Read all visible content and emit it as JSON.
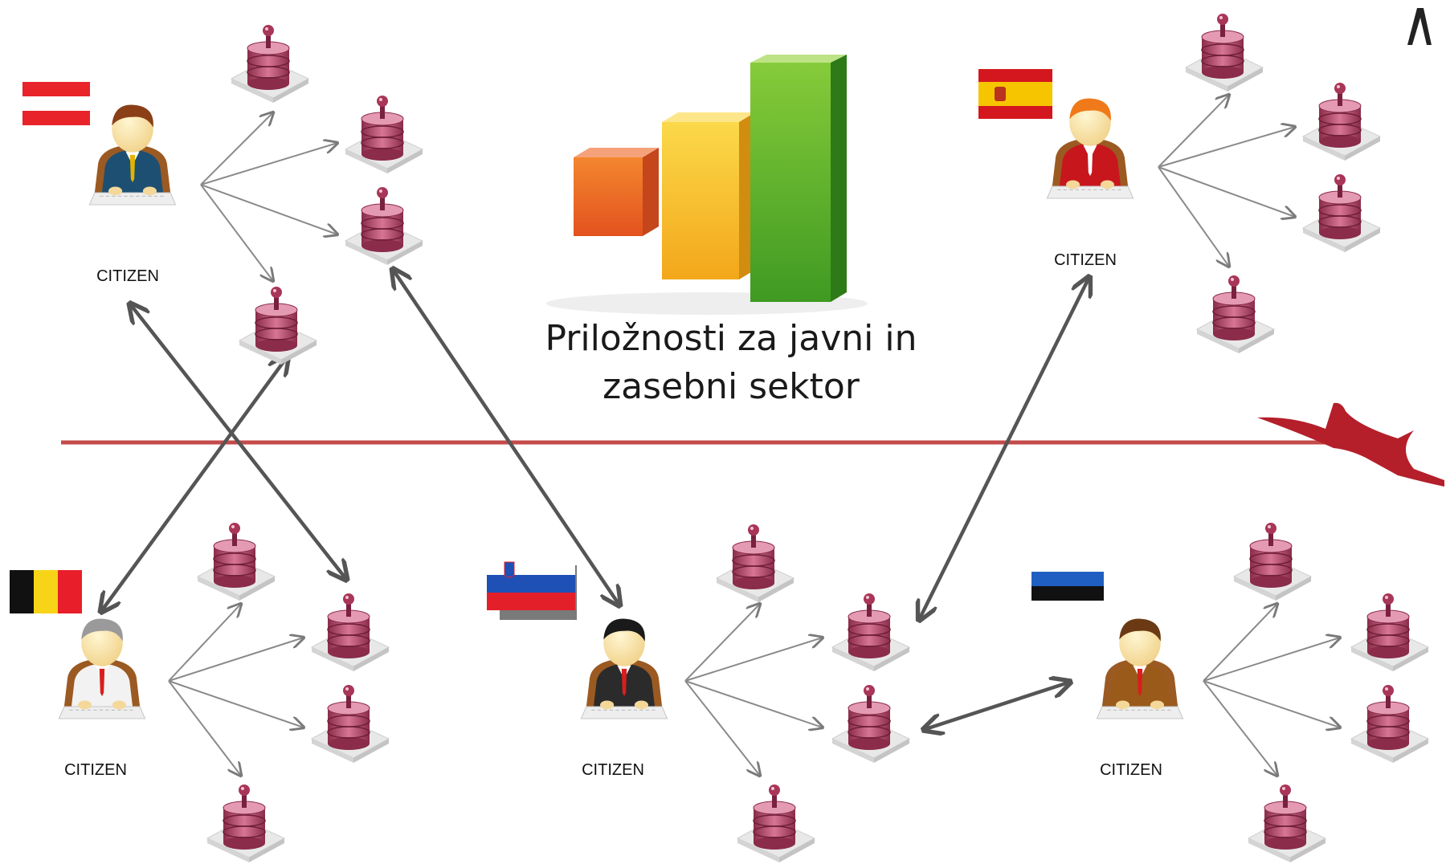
{
  "title": {
    "line1": "Priložnosti za javni in",
    "line2": "zasebni sektor"
  },
  "citizen_label": "CITIZEN",
  "citizens": [
    {
      "id": "austria",
      "flag": "austria-flag",
      "suit": "#1d4f73",
      "hair": "#8a3f17",
      "tie": "#e2b400",
      "label": "CITIZEN"
    },
    {
      "id": "spain",
      "flag": "spain-flag",
      "suit": "#c8161d",
      "hair": "#f07a1a",
      "tie": "",
      "label": "CITIZEN"
    },
    {
      "id": "belgium",
      "flag": "belgium-flag",
      "suit": "#f2f2f2",
      "hair": "#9a9a9a",
      "tie": "#d81e1e",
      "label": "CITIZEN"
    },
    {
      "id": "slovenia",
      "flag": "slovenia-flag",
      "suit": "#2b2b2b",
      "hair": "#1a1a1a",
      "tie": "#d81e1e",
      "label": "CITIZEN"
    },
    {
      "id": "estonia",
      "flag": "estonia-flag",
      "suit": "#9a5a1a",
      "hair": "#6b3a14",
      "tie": "#d81e1e",
      "label": "CITIZEN"
    }
  ],
  "colors": {
    "bar_orange": "#f06a2a",
    "bar_yellow": "#f7c21e",
    "bar_green": "#5db42a",
    "divider_red": "#c44a4a",
    "arrow_gray": "#5a5a5a",
    "database_pink": "#b34a6a"
  },
  "icons": [
    "database-icon",
    "citizen-icon",
    "bar-chart-icon",
    "bird-icon"
  ]
}
